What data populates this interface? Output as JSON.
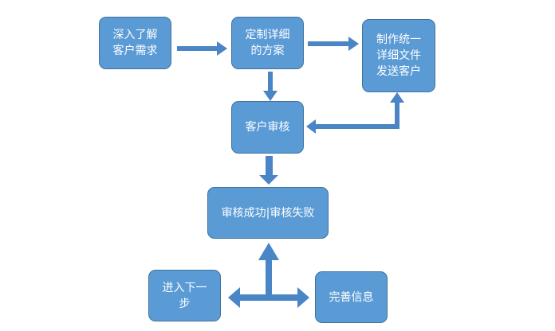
{
  "diagram": {
    "colors": {
      "node_fill": "#5b9bd5",
      "node_border": "#41719c",
      "arrow": "#4a86c5",
      "text": "#ffffff"
    },
    "nodes": {
      "understand": {
        "line1": "深入了解",
        "line2": "客户需求"
      },
      "plan": {
        "line1": "定制详细",
        "line2": "的方案"
      },
      "produce": {
        "line1": "制作统一",
        "line2": "详细文件",
        "line3": "发送客户"
      },
      "review": {
        "label": "客户审核"
      },
      "result": {
        "label": "审核成功|审核失败"
      },
      "next": {
        "line1": "进入下一",
        "line2": "步"
      },
      "improve": {
        "label": "完善信息"
      }
    }
  }
}
